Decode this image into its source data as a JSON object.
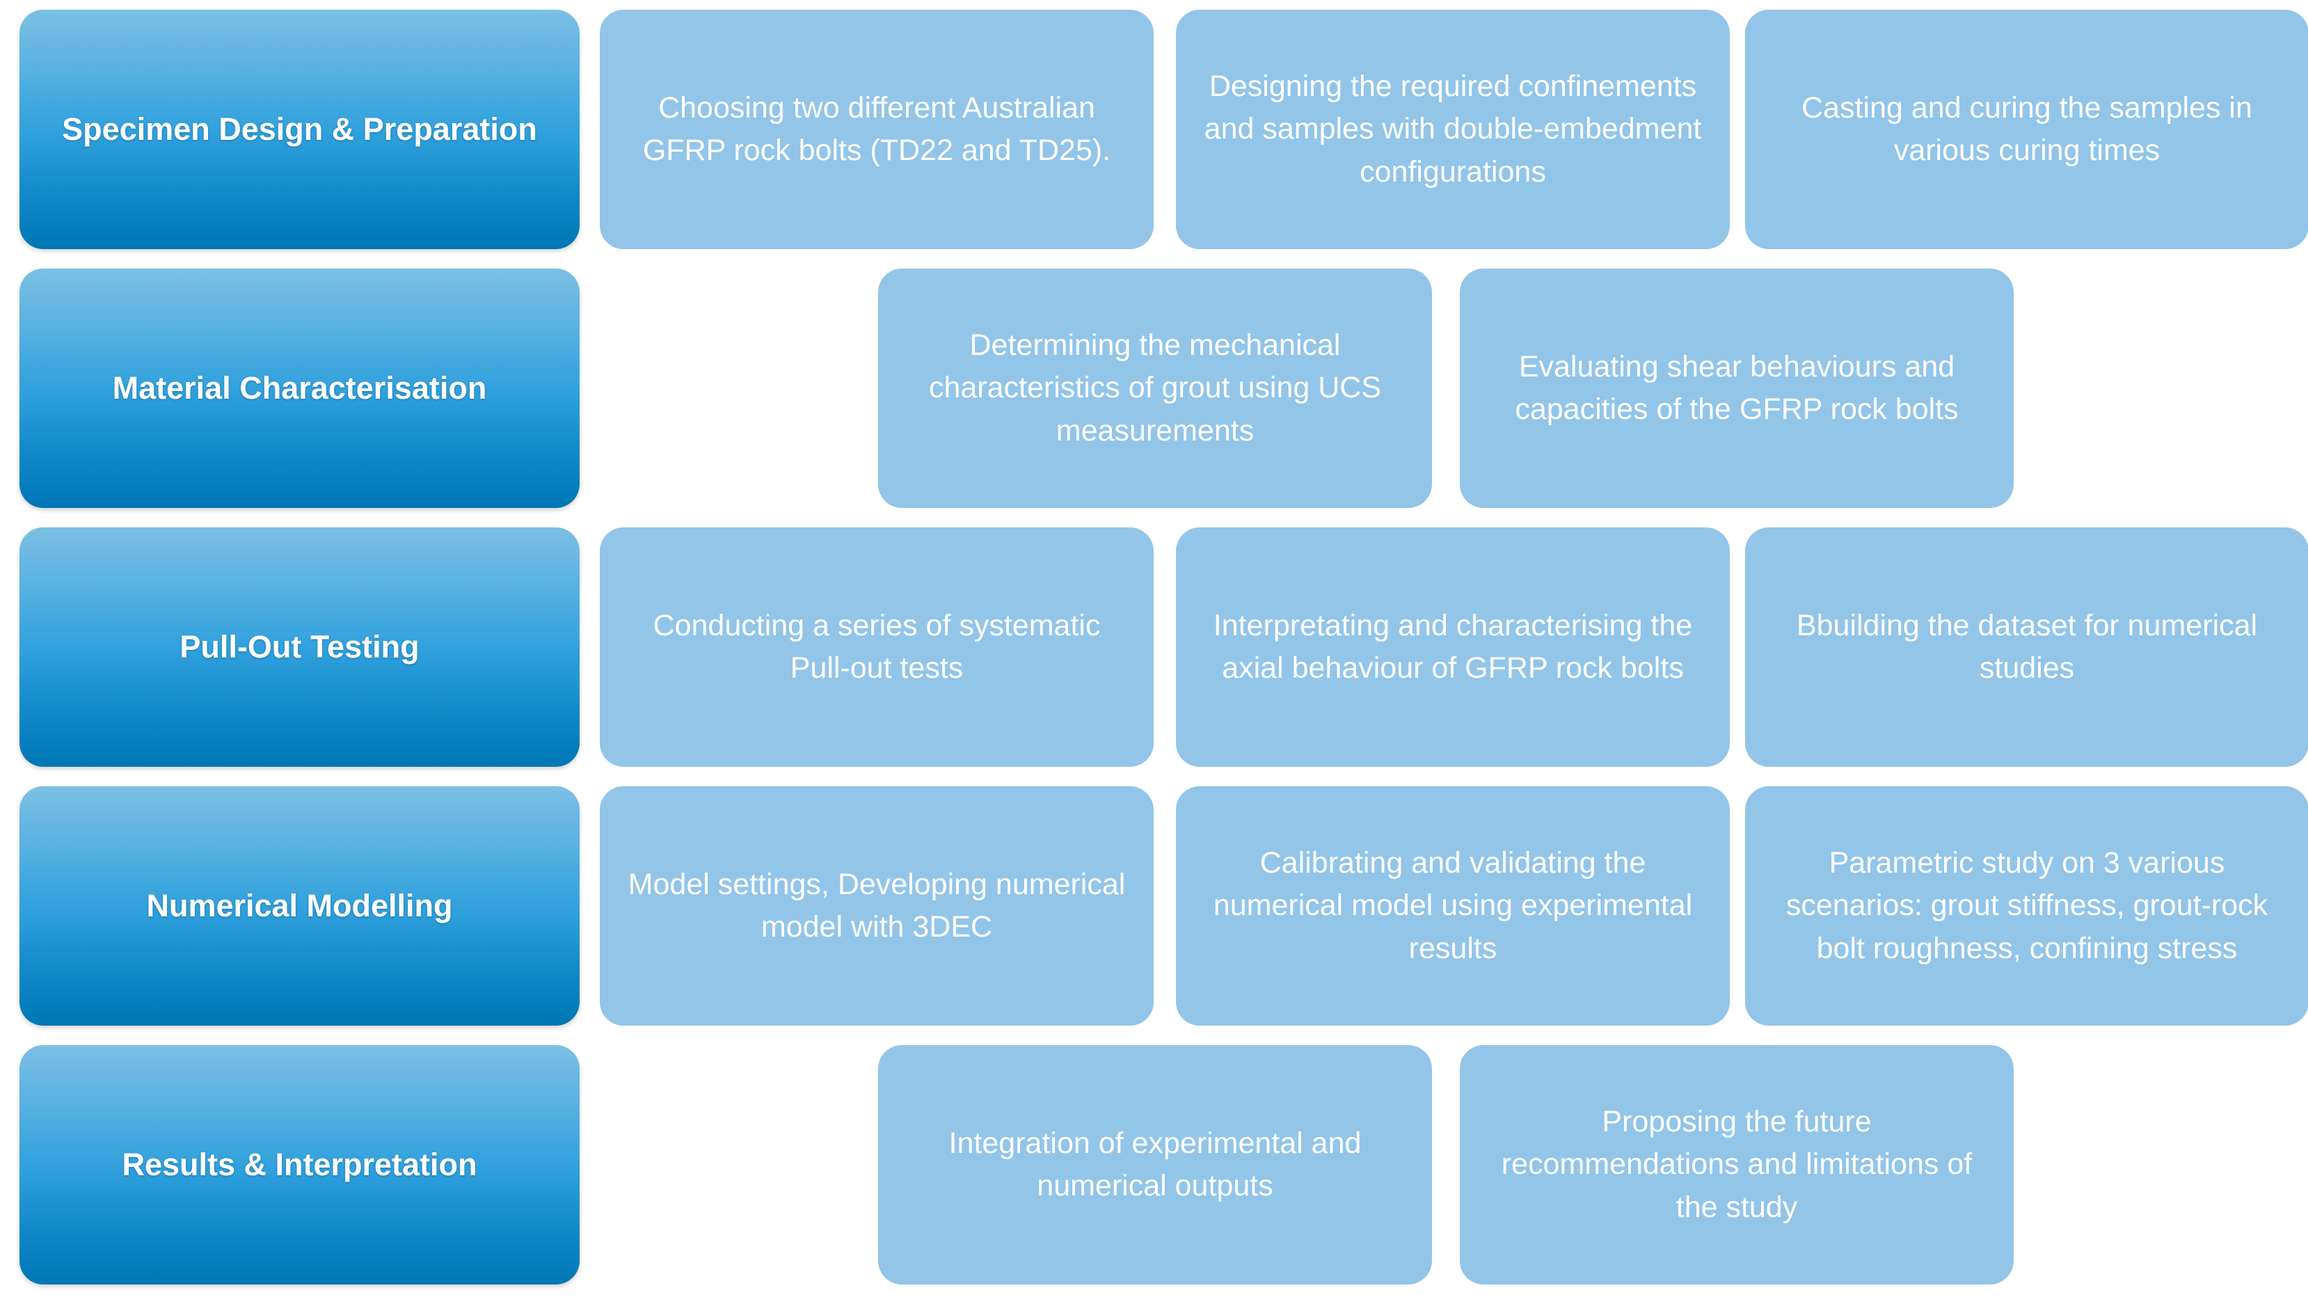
{
  "diagram": {
    "type": "process-flowchart",
    "orientation": "horizontal-rows",
    "colors": {
      "stage_gradient_top": "#7cc0e4",
      "stage_gradient_bottom": "#0077b5",
      "task_fill": "#92c5e8",
      "text": "#ffffff",
      "background": "#ffffff"
    },
    "rows": [
      {
        "stage": "Specimen Design & Preparation",
        "offset": false,
        "tasks": [
          "Choosing two different Australian GFRP rock bolts (TD22 and TD25).",
          "Designing the required confinements and samples with double-embedment configurations",
          "Casting and curing the samples in various curing times"
        ]
      },
      {
        "stage": "Material Characterisation",
        "offset": true,
        "tasks": [
          "Determining the mechanical characteristics of grout using UCS measurements",
          "Evaluating shear behaviours and capacities of the GFRP rock bolts"
        ]
      },
      {
        "stage": "Pull-Out Testing",
        "offset": false,
        "tasks": [
          "Conducting a series of systematic Pull-out tests",
          "Interpretating and characterising the axial behaviour of GFRP rock bolts",
          "Bbuilding the dataset for numerical studies"
        ]
      },
      {
        "stage": "Numerical Modelling",
        "offset": false,
        "tasks": [
          "Model settings, Developing numerical model with 3DEC",
          "Calibrating and validating the numerical model using experimental results",
          "Parametric study on 3 various scenarios: grout stiffness, grout-rock bolt roughness, confining stress"
        ]
      },
      {
        "stage": "Results & Interpretation",
        "offset": true,
        "tasks": [
          "Integration of experimental and numerical outputs",
          "Proposing the future recommendations and limitations of the study"
        ]
      }
    ]
  }
}
